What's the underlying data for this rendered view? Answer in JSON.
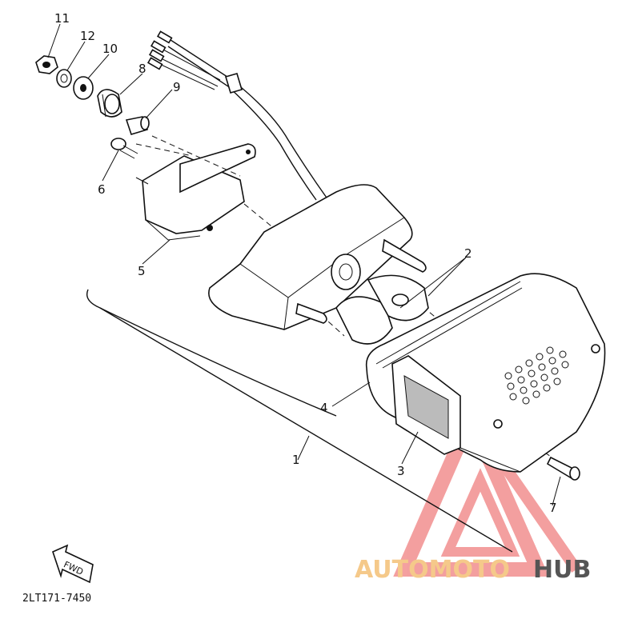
{
  "diagram": {
    "callouts": [
      {
        "id": "1",
        "label": "1"
      },
      {
        "id": "2",
        "label": "2"
      },
      {
        "id": "3",
        "label": "3"
      },
      {
        "id": "4",
        "label": "4"
      },
      {
        "id": "5",
        "label": "5"
      },
      {
        "id": "6",
        "label": "6"
      },
      {
        "id": "7",
        "label": "7"
      },
      {
        "id": "8",
        "label": "8"
      },
      {
        "id": "9",
        "label": "9"
      },
      {
        "id": "10",
        "label": "10"
      },
      {
        "id": "11",
        "label": "11"
      },
      {
        "id": "12",
        "label": "12"
      }
    ],
    "direction_marker": "FWD",
    "diagram_code": "2LT171-7450"
  },
  "watermark": {
    "brand_part1": "AUTOMOTO",
    "brand_part2": "HUB",
    "color_primary": "#f08080",
    "color_secondary": "#f5c98a",
    "color_dark": "#555555"
  }
}
